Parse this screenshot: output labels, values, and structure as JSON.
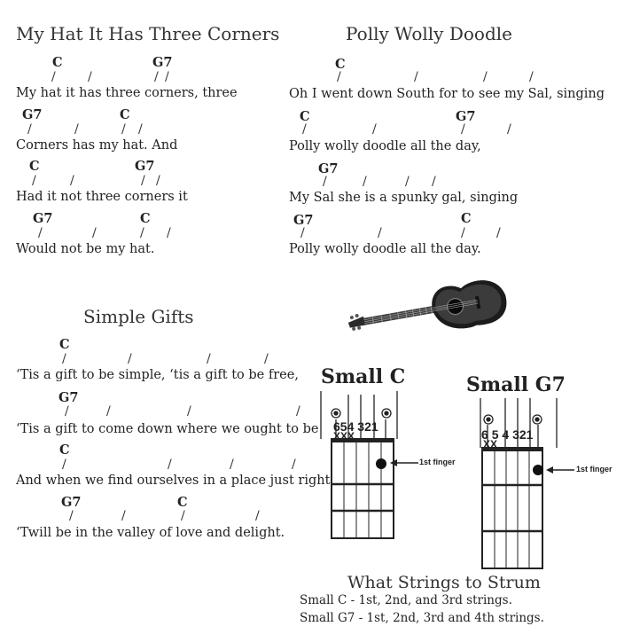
{
  "songs": {
    "hat": {
      "title": "My Hat It Has Three Corners",
      "lines": [
        {
          "chords": [
            "C",
            "G7"
          ],
          "lyric": "My hat it has three corners, three"
        },
        {
          "chords": [
            "G7",
            "C"
          ],
          "lyric": "Corners has my hat.  And"
        },
        {
          "chords": [
            "C",
            "G7"
          ],
          "lyric": "Had it not three corners it"
        },
        {
          "chords": [
            "G7",
            "C"
          ],
          "lyric": "Would not be my hat."
        }
      ]
    },
    "polly": {
      "title": "Polly Wolly Doodle",
      "lines": [
        {
          "chords": [
            "C"
          ],
          "lyric": "Oh I went down South for to see my Sal, singing"
        },
        {
          "chords": [
            "C",
            "G7"
          ],
          "lyric": "Polly wolly doodle all the day,"
        },
        {
          "chords": [
            "G7"
          ],
          "lyric": "My Sal she is a spunky gal, singing"
        },
        {
          "chords": [
            "G7",
            "C"
          ],
          "lyric": "Polly wolly doodle all the day."
        }
      ]
    },
    "gifts": {
      "title": "Simple Gifts",
      "lines": [
        {
          "chords": [
            "C"
          ],
          "lyric": "‘Tis a gift to be simple, ‘tis a gift to be free,"
        },
        {
          "chords": [
            "G7"
          ],
          "lyric": "‘Tis a gift to come down where we ought to be"
        },
        {
          "chords": [
            "C"
          ],
          "lyric": "And when we find ourselves in a place just  right"
        },
        {
          "chords": [
            "G7",
            "C"
          ],
          "lyric": "‘Twill  be in the valley of love and delight."
        }
      ]
    }
  },
  "beat_mark": "/",
  "diagrams": {
    "small_c": {
      "title": "Small C",
      "string_numbers": [
        "6",
        "5",
        "4",
        "3",
        "2",
        "1"
      ],
      "muted": [
        "X",
        "X",
        "X"
      ],
      "finger_label": "1st finger",
      "finger_string": 2,
      "finger_fret": 1
    },
    "small_g7": {
      "title": "Small G7",
      "string_numbers": [
        "6",
        "5",
        "4",
        "3",
        "2",
        "1"
      ],
      "muted": [
        "X",
        "X"
      ],
      "finger_label": "1st finger",
      "finger_string": 1,
      "finger_fret": 1
    }
  },
  "strum": {
    "title": "What Strings to Strum",
    "lines": [
      "Small C - 1st, 2nd, and 3rd strings.",
      "Small G7 - 1st, 2nd, 3rd and 4th strings."
    ]
  },
  "image": {
    "icon": "acoustic-guitar-icon"
  }
}
